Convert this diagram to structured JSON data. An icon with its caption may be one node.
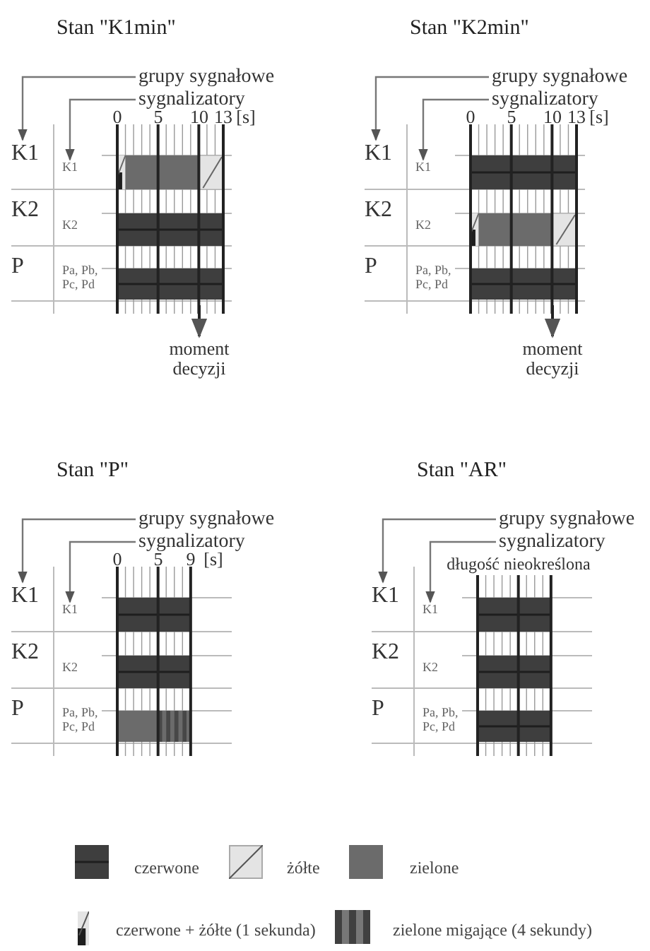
{
  "diagram": {
    "nodes": [
      {
        "text": [
          "Stan \"K1min\""
        ]
      },
      {
        "text": [
          "grupy sygnałowe"
        ],
        "in": 0
      },
      {
        "text": [
          "sygnalizatory"
        ],
        "in": 0
      },
      {
        "text": [
          "K1"
        ],
        "in": 0
      },
      {
        "text": [
          "K1"
        ],
        "in": 0
      },
      {
        "text": [
          "K2"
        ],
        "in": 0
      },
      {
        "text": [
          "K2"
        ],
        "in": 0
      },
      {
        "text": [
          "P"
        ],
        "in": 0
      },
      {
        "text": [
          "Pa, Pb, Pc, Pd"
        ],
        "in": 0
      },
      {
        "text": [
          "moment decyzji"
        ]
      },
      {
        "text": [
          "Stan \"K2min\""
        ]
      },
      {
        "text": [
          "grupy sygnałowe"
        ],
        "in": 10
      },
      {
        "text": [
          "sygnalizatory"
        ],
        "in": 10
      },
      {
        "text": [
          "K1"
        ],
        "in": 10
      },
      {
        "text": [
          "K1"
        ],
        "in": 10
      },
      {
        "text": [
          "K2"
        ],
        "in": 10
      },
      {
        "text": [
          "K2"
        ],
        "in": 10
      },
      {
        "text": [
          "P"
        ],
        "in": 10
      },
      {
        "text": [
          "Pa, Pb, Pc, Pd"
        ],
        "in": 10
      },
      {
        "text": [
          "moment decyzji"
        ]
      },
      {
        "text": [
          "Stan \"P\""
        ]
      },
      {
        "text": [
          "grupy sygnałowe"
        ],
        "in": 20
      },
      {
        "text": [
          "sygnalizatory"
        ],
        "in": 20
      },
      {
        "text": [
          "K1"
        ],
        "in": 20
      },
      {
        "text": [
          "K1"
        ],
        "in": 20
      },
      {
        "text": [
          "K2"
        ],
        "in": 20
      },
      {
        "text": [
          "K2"
        ],
        "in": 20
      },
      {
        "text": [
          "P"
        ],
        "in": 20
      },
      {
        "text": [
          "Pa, Pb, Pc, Pd"
        ],
        "in": 20
      },
      {
        "text": [
          "Stan \"AR\""
        ]
      },
      {
        "text": [
          "grupy sygnałowe"
        ],
        "in": 29
      },
      {
        "text": [
          "sygnalizatory"
        ],
        "in": 29
      },
      {
        "text": [
          "K1"
        ],
        "in": 29
      },
      {
        "text": [
          "K1"
        ],
        "in": 29
      },
      {
        "text": [
          "K2"
        ],
        "in": 29
      },
      {
        "text": [
          "K2"
        ],
        "in": 29
      },
      {
        "text": [
          "P"
        ],
        "in": 29
      },
      {
        "text": [
          "Pa, Pb, Pc, Pd"
        ],
        "in": 29
      }
    ],
    "edges": [
      {
        "from": 1,
        "to": 3,
        "arrow": "to"
      },
      {
        "from": 2,
        "to": 4,
        "arrow": "to"
      },
      {
        "from": 0,
        "to": 9,
        "arrow": "to"
      },
      {
        "from": 11,
        "to": 13,
        "arrow": "to"
      },
      {
        "from": 12,
        "to": 14,
        "arrow": "to"
      },
      {
        "from": 10,
        "to": 19,
        "arrow": "to"
      },
      {
        "from": 21,
        "to": 23,
        "arrow": "to"
      },
      {
        "from": 22,
        "to": 24,
        "arrow": "to"
      },
      {
        "from": 30,
        "to": 32,
        "arrow": "to"
      },
      {
        "from": 31,
        "to": 33,
        "arrow": "to"
      }
    ],
    "labels": [
      "0",
      "5",
      "10",
      "13",
      "[s]",
      "0",
      "5",
      "10",
      "13",
      "[s]",
      "0",
      "5",
      "9",
      "[s]",
      "długość nieokreślona"
    ],
    "legend": [
      {
        "text": "czerwone"
      },
      {
        "text": "żółte"
      },
      {
        "text": "zielone",
        "color": "#6b6b6b"
      },
      {
        "text": "czerwone + żółte (1 sekunda)"
      },
      {
        "text": "zielone migające (4 sekundy)"
      }
    ]
  }
}
